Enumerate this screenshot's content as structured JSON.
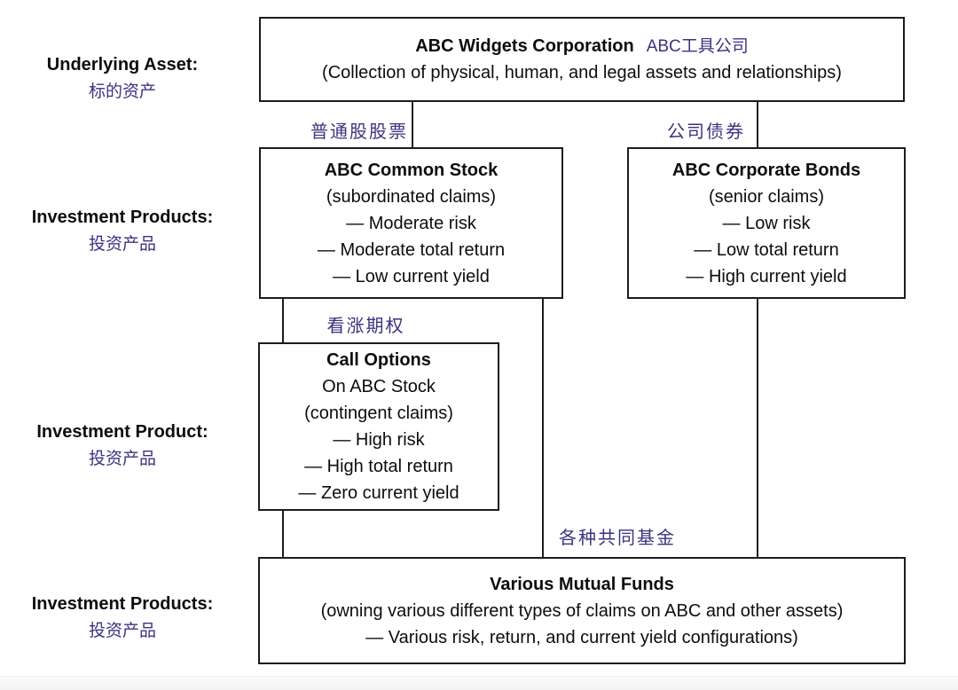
{
  "colors": {
    "accent_purple": "#3a347f",
    "line_black": "#1c1c1c",
    "background": "#ffffff"
  },
  "row_labels": [
    {
      "en": "Underlying Asset:",
      "zh": "标的资产"
    },
    {
      "en": "Investment Products:",
      "zh": "投资产品"
    },
    {
      "en": "Investment Product:",
      "zh": "投资产品"
    },
    {
      "en": "Investment Products:",
      "zh": "投资产品"
    }
  ],
  "boxes": {
    "corporation": {
      "title": "ABC Widgets Corporation",
      "title_zh": "ABC工具公司",
      "subtitle": "(Collection of physical, human, and legal assets and relationships)"
    },
    "common_stock": {
      "title": "ABC Common Stock",
      "lines": [
        "(subordinated claims)",
        "— Moderate risk",
        "— Moderate total return",
        "— Low current yield"
      ]
    },
    "corporate_bonds": {
      "title": "ABC Corporate Bonds",
      "lines": [
        "(senior claims)",
        "— Low risk",
        "— Low total return",
        "— High current yield"
      ]
    },
    "call_options": {
      "title": "Call Options",
      "lines": [
        "On ABC Stock",
        "(contingent claims)",
        "— High risk",
        "— High total return",
        "— Zero current yield"
      ]
    },
    "mutual_funds": {
      "title": "Various Mutual Funds",
      "lines": [
        "(owning various different types of claims on ABC and other assets)",
        "— Various risk, return, and current yield configurations)"
      ]
    }
  },
  "edge_labels": {
    "common_stock": "普通股股票",
    "corporate_bonds": "公司债券",
    "call_options": "看涨期权",
    "mutual_funds": "各种共同基金"
  }
}
